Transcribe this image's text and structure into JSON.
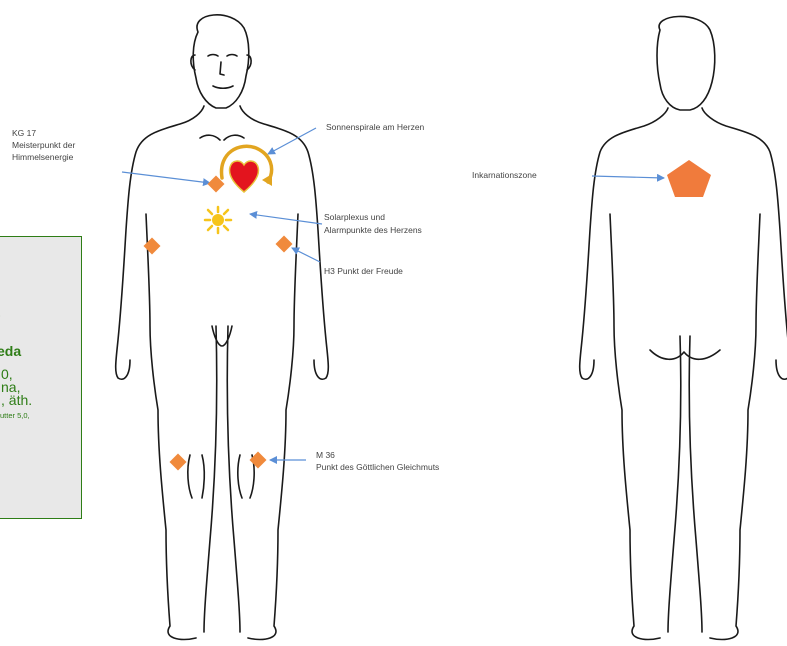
{
  "labels": {
    "kg17_id": "KG 17",
    "kg17_line1": "Meisterpunkt der",
    "kg17_line2": "Himmelsenergie",
    "sonnenspirale": "Sonnenspirale am Herzen",
    "solarplexus_line1": "Solarplexus und",
    "solarplexus_line2": "Alarmpunkte des Herzens",
    "h3": "H3 Punkt der Freude",
    "m36_id": "M 36",
    "m36_desc": "Punkt des Göttlichen Gleichmuts",
    "inkarnation": "Inkarnationszone"
  },
  "sidebar": {
    "paren": ")",
    "title": "eda",
    "line1": "0,",
    "line2": "na,",
    "line3": ", äth.",
    "small": "utter 5,0,"
  },
  "colors": {
    "marker": "#f08a3c",
    "heart": "#e3141e",
    "sun": "#f6c41b",
    "arrow": "#5b8fd6",
    "pentagon": "#f07b3c",
    "sidebar_text": "#2e7d16"
  }
}
